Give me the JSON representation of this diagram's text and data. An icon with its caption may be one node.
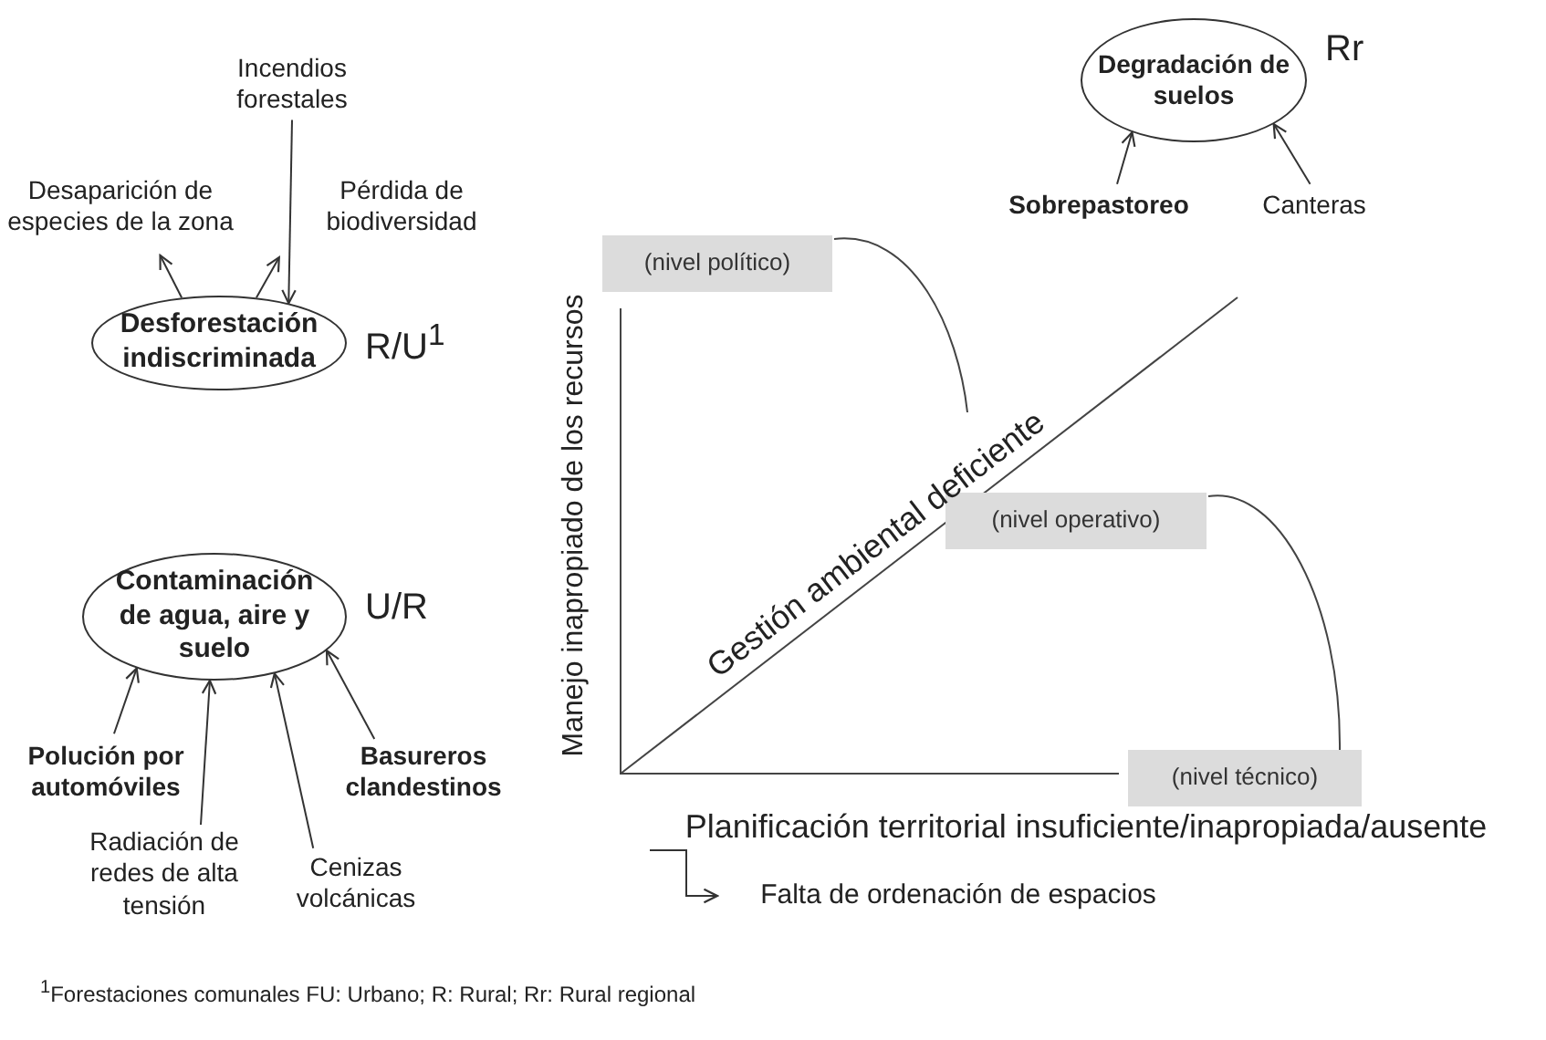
{
  "diagram": {
    "nodes": [
      {
        "text": [
          "Desforestación indiscriminada"
        ],
        "beside": [
          "R/U$^{1}$"
        ]
      },
      {
        "text": [
          "Incendios forestales"
        ]
      },
      {
        "text": [
          "Desaparición de especies de la zona"
        ]
      },
      {
        "text": [
          "Pérdida de biodiversidad"
        ]
      },
      {
        "text": [
          "Contaminación de agua, aire y suelo"
        ],
        "beside": [
          "U/R"
        ]
      },
      {
        "text": [
          "Polución por automóviles"
        ]
      },
      {
        "text": [
          "Radiación de redes de alta tensión"
        ]
      },
      {
        "text": [
          "Cenizas volcánicas"
        ]
      },
      {
        "text": [
          "Basureros clandestinos"
        ]
      },
      {
        "text": [
          "Degradación de suelos"
        ],
        "beside": [
          "Rr"
        ]
      },
      {
        "text": [
          "Sobrepastoreo"
        ]
      },
      {
        "text": [
          "Canteras"
        ]
      },
      {
        "text": [
          "(nivel político)"
        ]
      },
      {
        "text": [
          "(nivel operativo)"
        ]
      },
      {
        "text": [
          "(nivel técnico)"
        ]
      },
      {
        "text": [
          "Planificación territorial insuficiente/inapropiada/ausente"
        ]
      },
      {
        "text": [
          "Falta de ordenación de espacios"
        ]
      }
    ],
    "edges": [
      {
        "from": 1,
        "to": 0,
        "arrow": "to"
      },
      {
        "from": 0,
        "to": 2,
        "arrow": "to"
      },
      {
        "from": 0,
        "to": 3,
        "arrow": "to"
      },
      {
        "from": 5,
        "to": 4,
        "arrow": "to"
      },
      {
        "from": 6,
        "to": 4,
        "arrow": "to"
      },
      {
        "from": 7,
        "to": 4,
        "arrow": "to"
      },
      {
        "from": 8,
        "to": 4,
        "arrow": "to"
      },
      {
        "from": 10,
        "to": 9,
        "arrow": "to"
      },
      {
        "from": 11,
        "to": 9,
        "arrow": "to"
      },
      {
        "from": 15,
        "to": 16,
        "arrow": "to"
      }
    ],
    "labels": [
      "Manejo inapropiado de los recursos",
      "Gestión ambiental deficiente",
      "$^{1}$Forestaciones comunales  FU: Urbano; R: Rural; Rr: Rural regional"
    ]
  }
}
